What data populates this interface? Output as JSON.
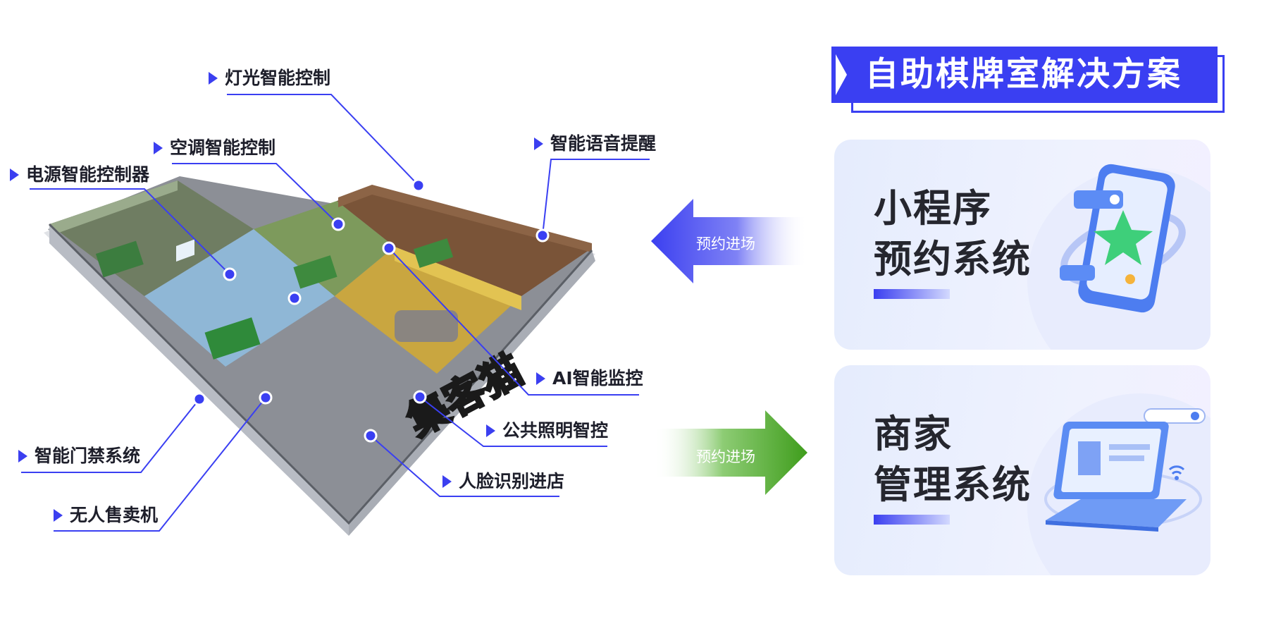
{
  "title": "自助棋牌室解决方案",
  "callouts": [
    {
      "id": "lighting",
      "label": "灯光智能控制"
    },
    {
      "id": "ac",
      "label": "空调智能控制"
    },
    {
      "id": "power",
      "label": "电源智能控制器"
    },
    {
      "id": "voice",
      "label": "智能语音提醒"
    },
    {
      "id": "ai",
      "label": "AI智能监控"
    },
    {
      "id": "public-light",
      "label": "公共照明智控"
    },
    {
      "id": "face",
      "label": "人脸识别进店"
    },
    {
      "id": "door",
      "label": "智能门禁系统"
    },
    {
      "id": "vending",
      "label": "无人售卖机"
    }
  ],
  "floorplan": {
    "sign_text": "集客猫"
  },
  "arrows": {
    "left_label": "预约进场",
    "right_label": "预约进场"
  },
  "cards": {
    "mini_program": {
      "line1": "小程序",
      "line2": "预约系统"
    },
    "merchant": {
      "line1": "商家",
      "line2": "管理系统"
    }
  },
  "colors": {
    "accent": "#3a3ff2",
    "green": "#4aa82a",
    "text": "#1e1f2b"
  }
}
